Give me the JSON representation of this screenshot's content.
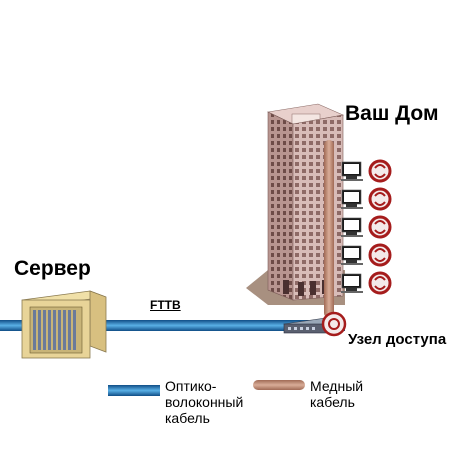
{
  "labels": {
    "home": "Ваш Дом",
    "server": "Сервер",
    "fttb": "FTTB",
    "access_node": "Узел доступа"
  },
  "legend": {
    "fiber": "Оптико-волоконный кабель",
    "copper": "Медный кабель"
  },
  "colors": {
    "fiber": "#2f7fc1",
    "copper": "#c89880",
    "building": "#c9a9a6",
    "router": "#a51c1c"
  },
  "computer_count": 5
}
